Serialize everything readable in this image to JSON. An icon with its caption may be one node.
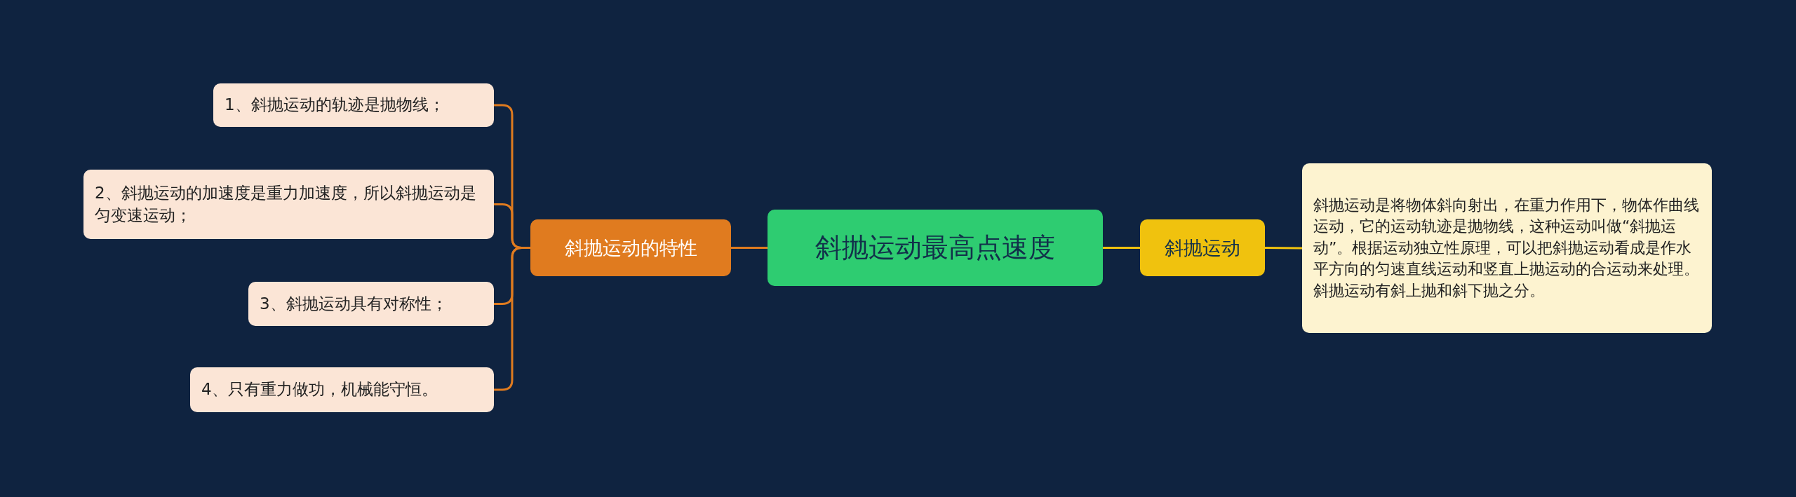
{
  "diagram": {
    "nodes": [
      {
        "text": [
          "斜抛运动最高点速度"
        ]
      },
      {
        "text": [
          "斜抛运动的特性"
        ]
      },
      {
        "text": [
          "1、斜抛运动的轨迹是抛物线；"
        ]
      },
      {
        "text": [
          "2、斜抛运动的加速度是重力加速度，所以斜抛运动是匀变速运动；"
        ]
      },
      {
        "text": [
          "3、斜抛运动具有对称性；"
        ]
      },
      {
        "text": [
          "4、只有重力做功，机械能守恒。"
        ]
      },
      {
        "text": [
          "斜抛运动"
        ]
      },
      {
        "text": [
          "斜抛运动是将物体斜向射出，在重力作用下，物体作曲线运动，它的运动轨迹是抛物线，这种运动叫做“斜抛运动”。根据运动独立性原理，可以把斜抛运动看成是作水平方向的匀速直线运动和竖直上抛运动的合运动来处理。斜抛运动有斜上抛和斜下抛之分。"
        ]
      }
    ],
    "edges": [
      {
        "from": 0,
        "to": 1,
        "arrow": "none"
      },
      {
        "from": 1,
        "to": 2,
        "arrow": "none"
      },
      {
        "from": 1,
        "to": 3,
        "arrow": "none"
      },
      {
        "from": 1,
        "to": 4,
        "arrow": "none"
      },
      {
        "from": 1,
        "to": 5,
        "arrow": "none"
      },
      {
        "from": 0,
        "to": 6,
        "arrow": "none",
        "color": "#f0c20e"
      },
      {
        "from": 6,
        "to": 7,
        "arrow": "none",
        "color": "#f0c20e"
      }
    ]
  }
}
